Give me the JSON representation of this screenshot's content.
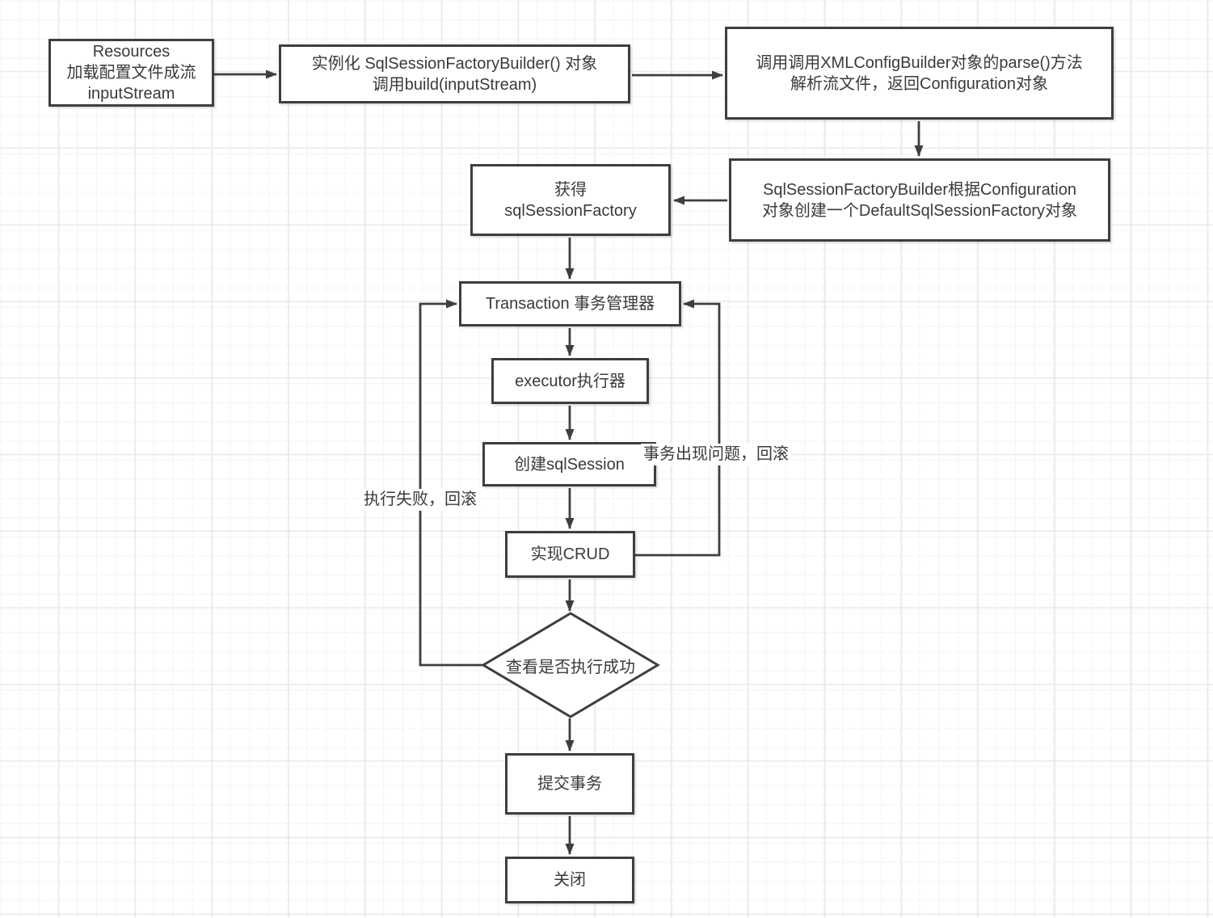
{
  "nodes": {
    "resources": {
      "text": "Resources\n加载配置文件成流\ninputStream"
    },
    "instantiate_builder": {
      "text": "实例化 SqlSessionFactoryBuilder() 对象\n调用build(inputStream)"
    },
    "xml_config_builder": {
      "text": "调用调用XMLConfigBuilder对象的parse()方法\n解析流文件，返回Configuration对象"
    },
    "default_factory": {
      "text": "SqlSessionFactoryBuilder根据Configuration\n对象创建一个DefaultSqlSessionFactory对象"
    },
    "get_factory": {
      "text": "获得\nsqlSessionFactory"
    },
    "transaction": {
      "text": "Transaction 事务管理器"
    },
    "executor": {
      "text": "executor执行器"
    },
    "create_sqlsession": {
      "text": "创建sqlSession"
    },
    "crud": {
      "text": "实现CRUD"
    },
    "check_success": {
      "text": "查看是否执行成功"
    },
    "commit": {
      "text": "提交事务"
    },
    "close": {
      "text": "关闭"
    }
  },
  "edge_labels": {
    "transaction_rollback": "事务出现问题，回滚",
    "execution_failure_rollback": "执行失败，回滚"
  },
  "colors": {
    "line": "#3e3e3e",
    "box_border": "#3e3e3e",
    "box_fill": "#ffffff",
    "text": "#3a3a3a",
    "grid_minor": "#f4f4f6",
    "grid_major": "#e9e9eb",
    "background": "#ffffff"
  }
}
